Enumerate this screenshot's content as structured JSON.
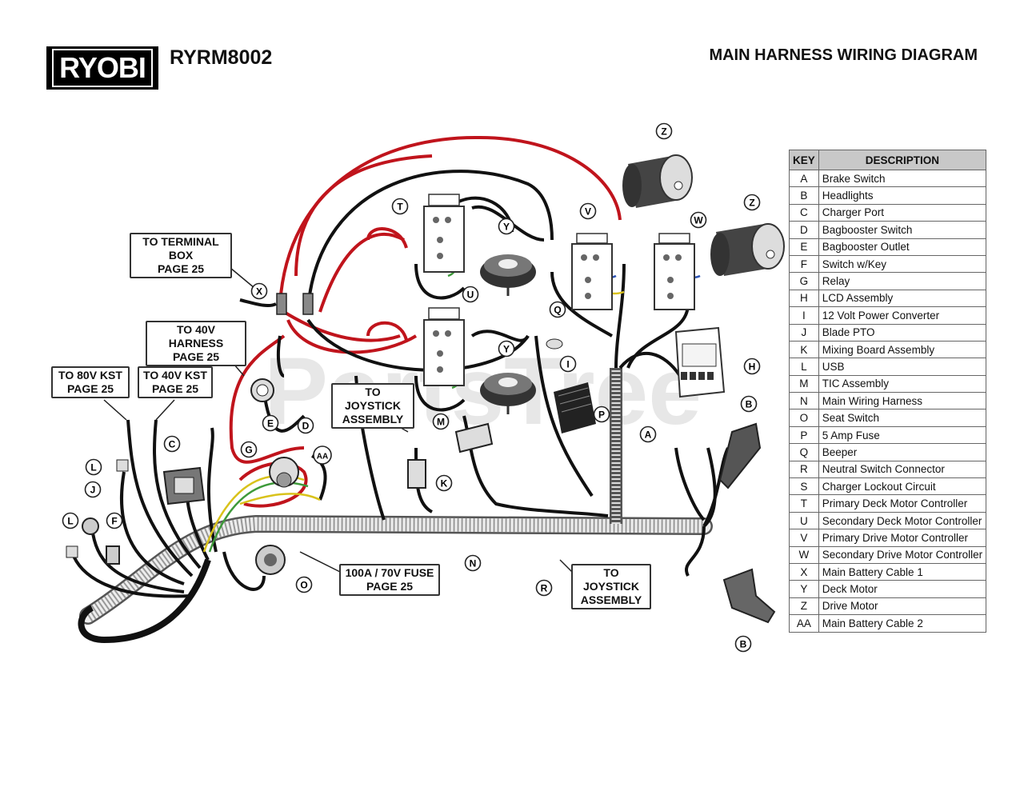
{
  "header": {
    "brand": "RYOBI",
    "model": "RYRM8002",
    "title": "MAIN HARNESS WIRING DIAGRAM"
  },
  "watermark": "PartsTree",
  "legend": {
    "key_header": "KEY",
    "desc_header": "DESCRIPTION",
    "rows": [
      {
        "key": "A",
        "desc": "Brake Switch"
      },
      {
        "key": "B",
        "desc": "Headlights"
      },
      {
        "key": "C",
        "desc": "Charger Port"
      },
      {
        "key": "D",
        "desc": "Bagbooster Switch"
      },
      {
        "key": "E",
        "desc": "Bagbooster Outlet"
      },
      {
        "key": "F",
        "desc": "Switch w/Key"
      },
      {
        "key": "G",
        "desc": "Relay"
      },
      {
        "key": "H",
        "desc": "LCD Assembly"
      },
      {
        "key": "I",
        "desc": "12 Volt Power Converter"
      },
      {
        "key": "J",
        "desc": "Blade PTO"
      },
      {
        "key": "K",
        "desc": "Mixing Board Assembly"
      },
      {
        "key": "L",
        "desc": "USB"
      },
      {
        "key": "M",
        "desc": "TIC Assembly"
      },
      {
        "key": "N",
        "desc": "Main Wiring Harness"
      },
      {
        "key": "O",
        "desc": "Seat Switch"
      },
      {
        "key": "P",
        "desc": "5 Amp Fuse"
      },
      {
        "key": "Q",
        "desc": "Beeper"
      },
      {
        "key": "R",
        "desc": "Neutral Switch Connector"
      },
      {
        "key": "S",
        "desc": "Charger Lockout Circuit"
      },
      {
        "key": "T",
        "desc": "Primary Deck Motor Controller"
      },
      {
        "key": "U",
        "desc": "Secondary Deck Motor Controller"
      },
      {
        "key": "V",
        "desc": "Primary Drive Motor Controller"
      },
      {
        "key": "W",
        "desc": "Secondary Drive Motor Controller"
      },
      {
        "key": "X",
        "desc": "Main Battery Cable 1"
      },
      {
        "key": "Y",
        "desc": "Deck Motor"
      },
      {
        "key": "Z",
        "desc": "Drive Motor"
      },
      {
        "key": "AA",
        "desc": "Main Battery Cable 2"
      }
    ]
  },
  "callouts": {
    "terminal_box": [
      "TO TERMINAL BOX",
      "PAGE 25"
    ],
    "harness_40v": [
      "TO 40V HARNESS",
      "PAGE 25"
    ],
    "kst_80v": [
      "TO 80V KST",
      "PAGE 25"
    ],
    "kst_40v": [
      "TO 40V KST",
      "PAGE 25"
    ],
    "joystick_1": [
      "TO JOYSTICK",
      "ASSEMBLY"
    ],
    "joystick_2": [
      "TO JOYSTICK",
      "ASSEMBLY"
    ],
    "fuse": [
      "100A / 70V FUSE",
      "PAGE 25"
    ]
  },
  "markers": [
    "Z",
    "Z",
    "V",
    "W",
    "T",
    "U",
    "Y",
    "Y",
    "Q",
    "X",
    "I",
    "H",
    "B",
    "P",
    "A",
    "M",
    "K",
    "E",
    "D",
    "C",
    "G",
    "AA",
    "L",
    "J",
    "L",
    "F",
    "O",
    "N",
    "R",
    "B"
  ],
  "colors": {
    "wire_red": "#c0141c",
    "wire_black": "#111111",
    "wire_green": "#3e9a3a",
    "wire_yellow": "#d9c21b",
    "wire_blue": "#2f55b5",
    "watermark": "#cfcfcf"
  }
}
